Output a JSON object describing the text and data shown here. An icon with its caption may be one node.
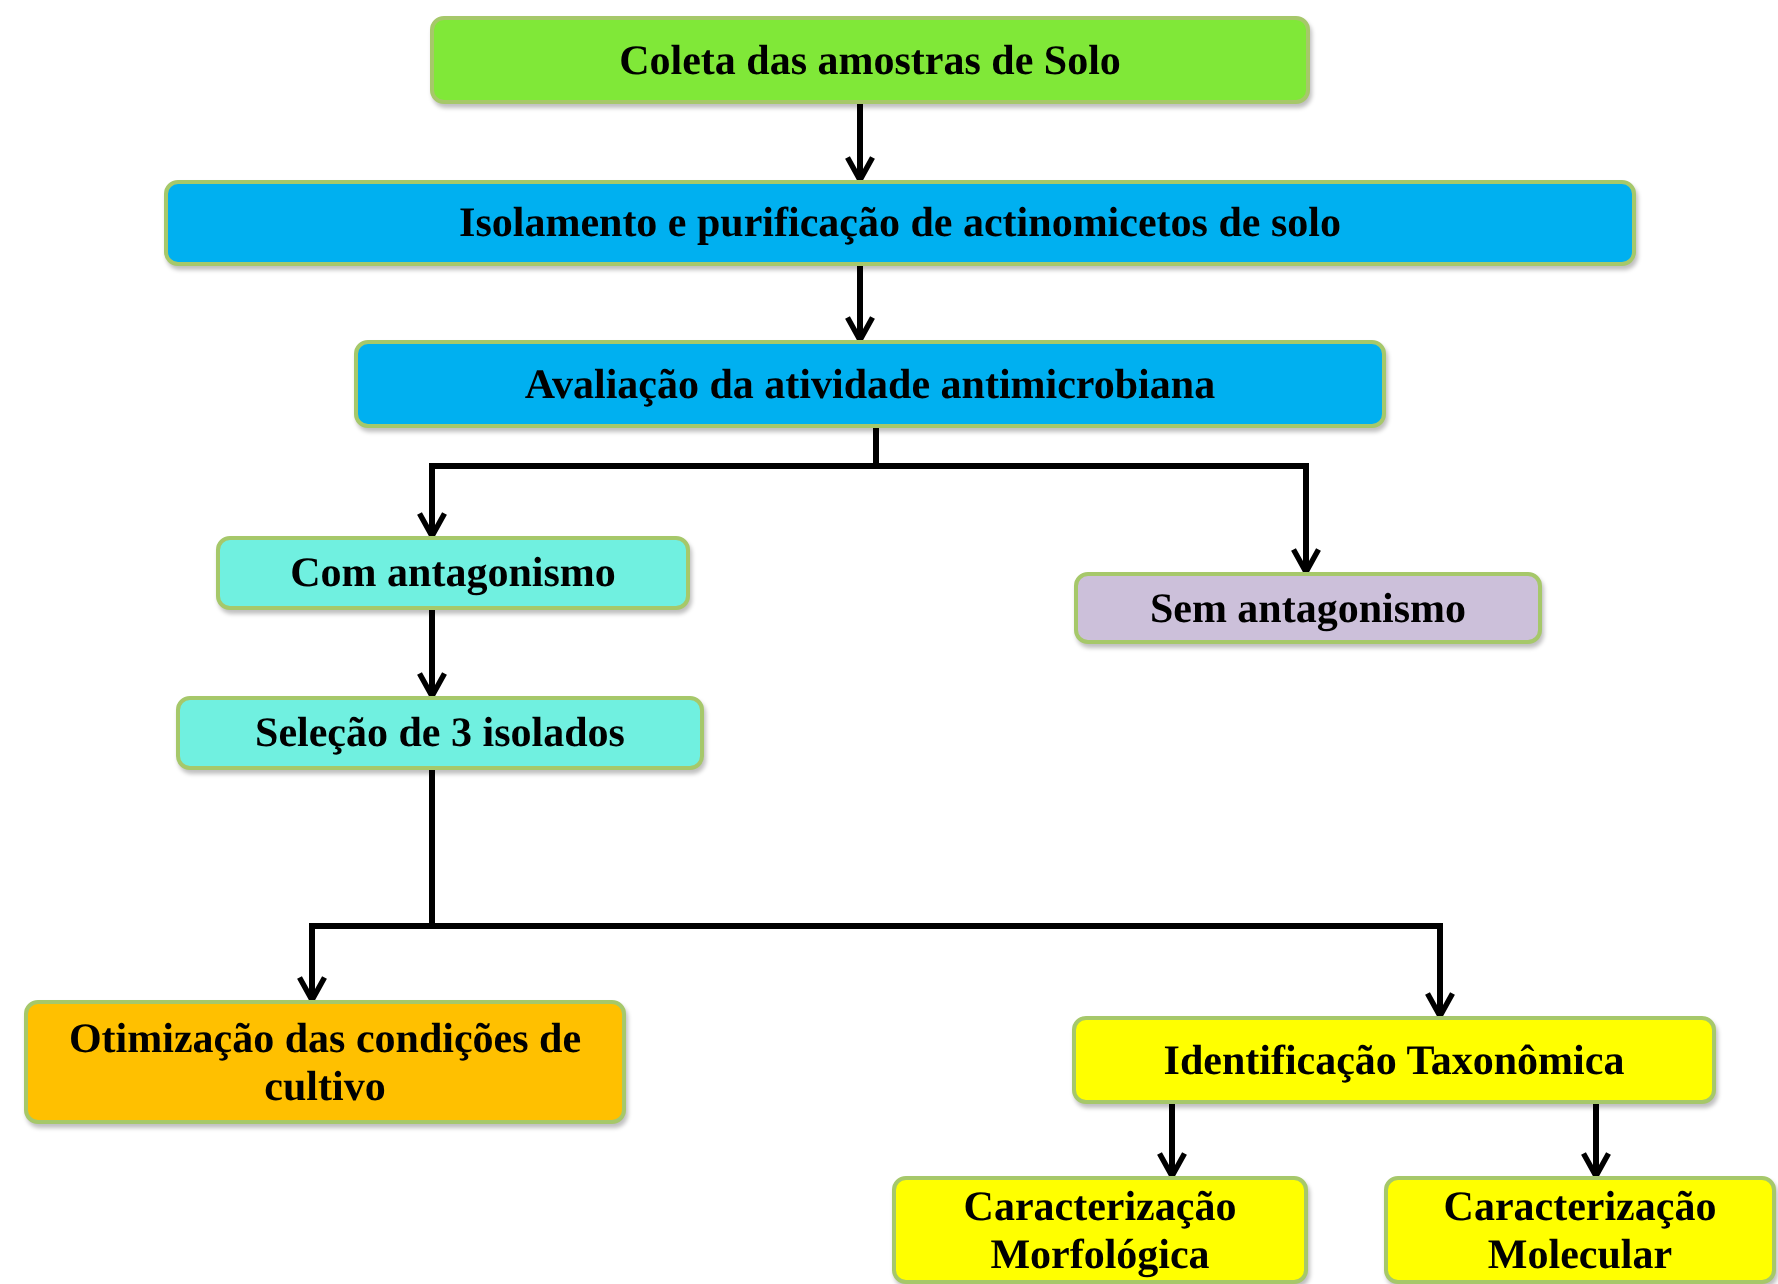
{
  "diagram": {
    "nodes": [
      {
        "text": [
          "Coleta das amostras de Solo"
        ]
      },
      {
        "text": [
          "Isolamento e purificação de actinomicetos de solo"
        ]
      },
      {
        "text": [
          "Avaliação da atividade antimicrobiana"
        ]
      },
      {
        "text": [
          "Com antagonismo"
        ]
      },
      {
        "text": [
          "Sem antagonismo"
        ]
      },
      {
        "text": [
          "Seleção de 3 isolados"
        ]
      },
      {
        "text": [
          "Otimização das condições de cultivo"
        ]
      },
      {
        "text": [
          "Identificação Taxonômica"
        ]
      },
      {
        "text": [
          "Caracterização Morfológica"
        ]
      },
      {
        "text": [
          "Caracterização Molecular"
        ]
      }
    ],
    "edges": [
      {
        "from": 0,
        "to": 1,
        "arrow": "to"
      },
      {
        "from": 1,
        "to": 2,
        "arrow": "to"
      },
      {
        "from": 2,
        "to": 3,
        "arrow": "to"
      },
      {
        "from": 2,
        "to": 4,
        "arrow": "to"
      },
      {
        "from": 3,
        "to": 5,
        "arrow": "to"
      },
      {
        "from": 5,
        "to": 6,
        "arrow": "to"
      },
      {
        "from": 5,
        "to": 7,
        "arrow": "to"
      },
      {
        "from": 7,
        "to": 8,
        "arrow": "to"
      },
      {
        "from": 7,
        "to": 9,
        "arrow": "to"
      }
    ]
  }
}
